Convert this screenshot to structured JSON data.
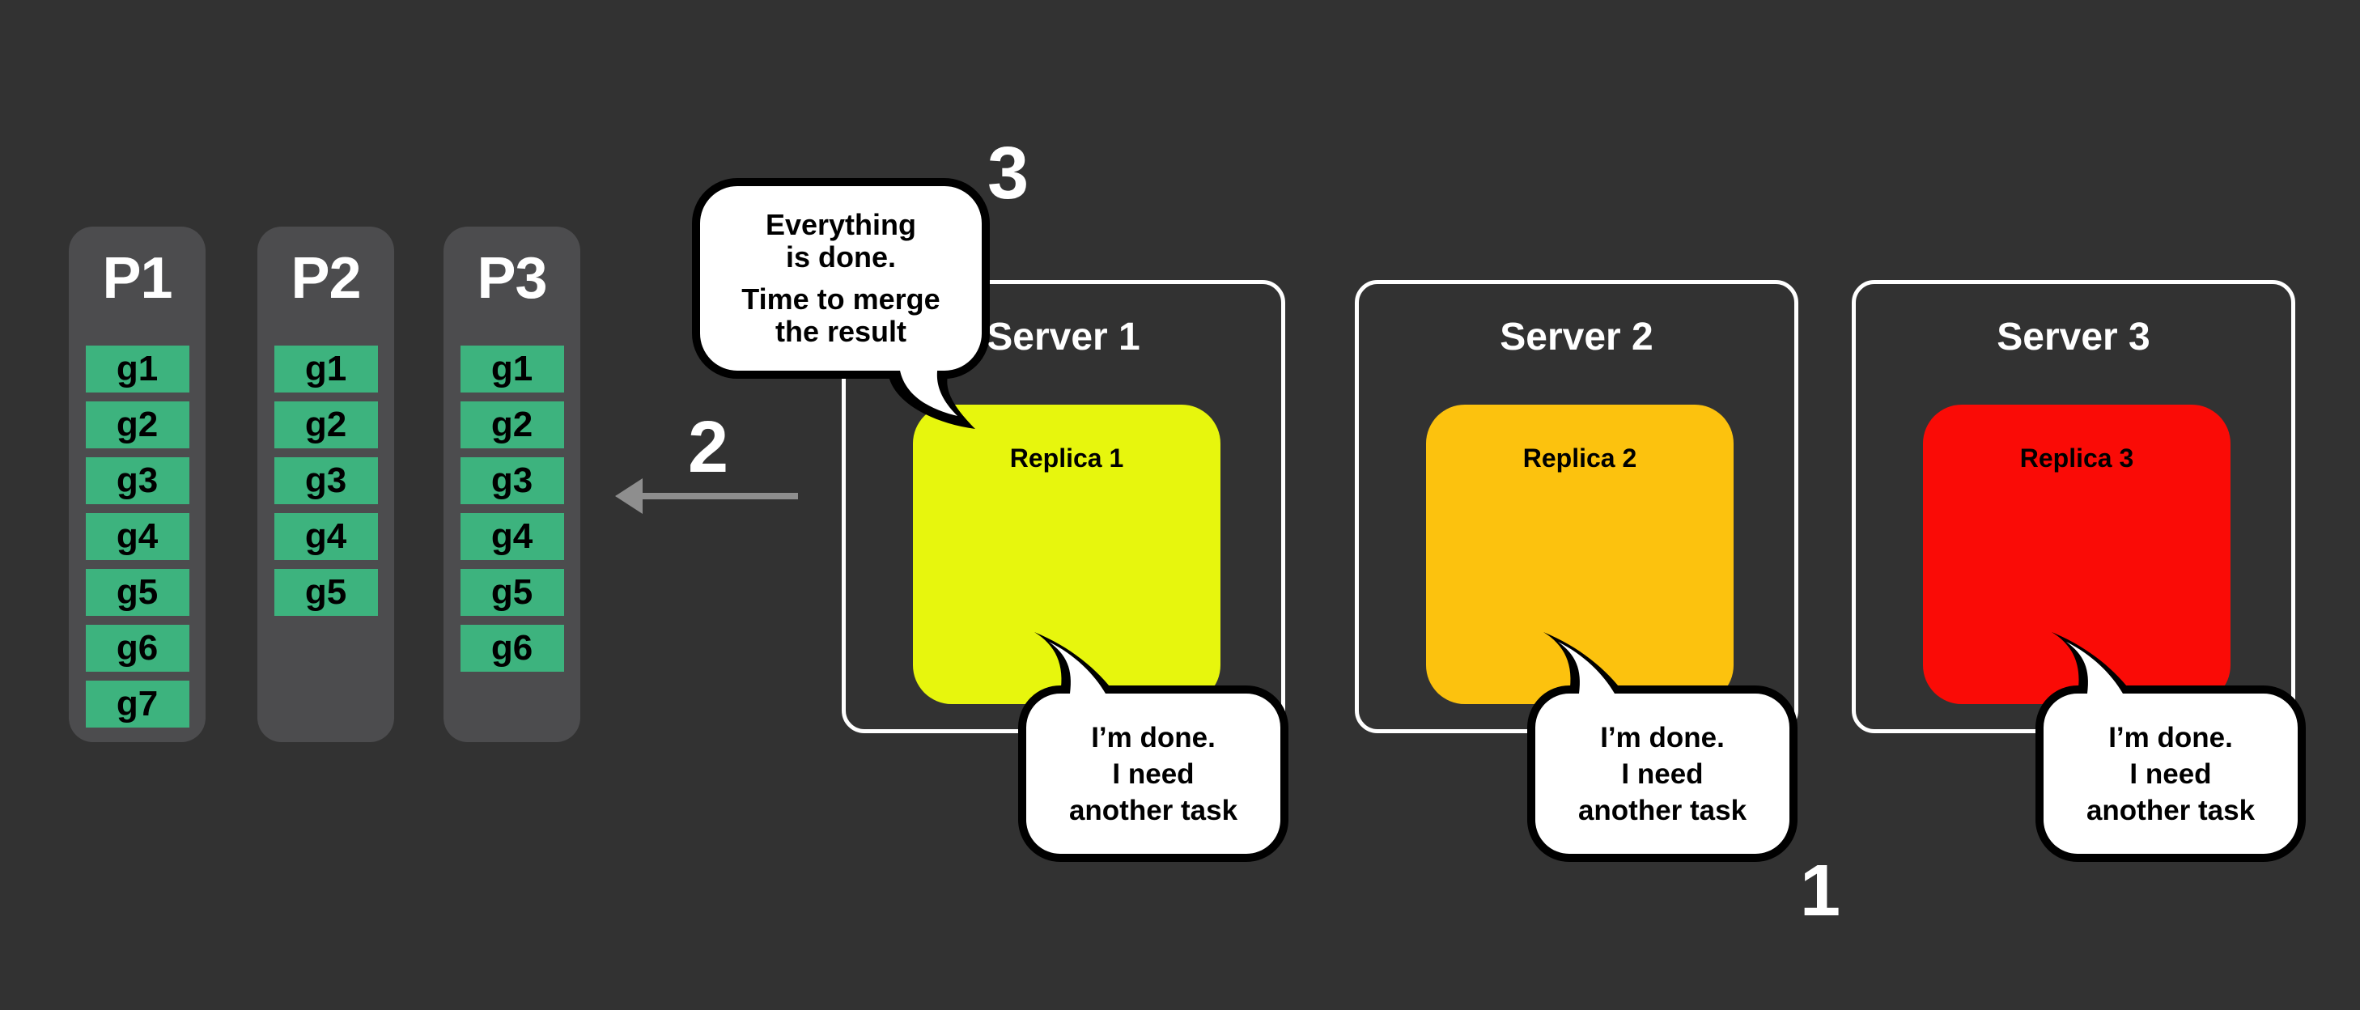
{
  "colors": {
    "background": "#323232",
    "panel": "#4c4c4e",
    "task": "#3db37e",
    "arrow": "#8e8e8e",
    "server_border": "#ffffff",
    "bubble_bg": "#ffffff",
    "bubble_border": "#000000"
  },
  "partitions": [
    {
      "name": "P1",
      "tasks": [
        "g1",
        "g2",
        "g3",
        "g4",
        "g5",
        "g6",
        "g7"
      ]
    },
    {
      "name": "P2",
      "tasks": [
        "g1",
        "g2",
        "g3",
        "g4",
        "g5"
      ]
    },
    {
      "name": "P3",
      "tasks": [
        "g1",
        "g2",
        "g3",
        "g4",
        "g5",
        "g6"
      ]
    }
  ],
  "steps": {
    "one": "1",
    "two": "2",
    "three": "3"
  },
  "merge_bubble": {
    "lines": [
      "Everything",
      "is done.",
      "Time to merge",
      "the result"
    ]
  },
  "servers": [
    {
      "label": "Server 1",
      "replica": "Replica 1",
      "replica_color": "#e7f60d",
      "bubble_lines": [
        "I’m done.",
        "I need",
        "another task"
      ]
    },
    {
      "label": "Server 2",
      "replica": "Replica 2",
      "replica_color": "#fcc20e",
      "bubble_lines": [
        "I’m done.",
        "I need",
        "another task"
      ]
    },
    {
      "label": "Server 3",
      "replica": "Replica 3",
      "replica_color": "#fa0b06",
      "bubble_lines": [
        "I’m done.",
        "I need",
        "another task"
      ]
    }
  ]
}
